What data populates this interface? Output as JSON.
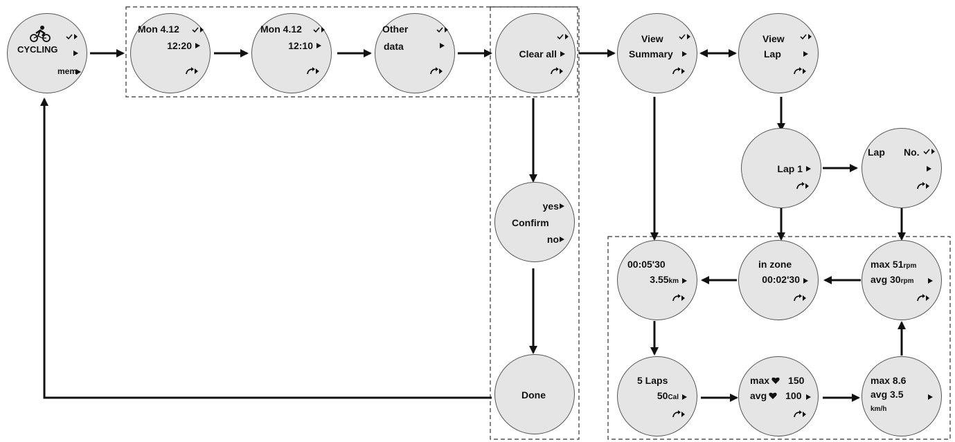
{
  "screens": {
    "cycling": {
      "label": "CYCLING",
      "mem": "mem"
    },
    "entry1": {
      "line1": "Mon  4.12",
      "line2": "12:20"
    },
    "entry2": {
      "line1": "Mon  4.12",
      "line2": "12:10"
    },
    "other": {
      "line1": "Other",
      "line2": "data"
    },
    "clear": {
      "label": "Clear all"
    },
    "summary": {
      "line1": "View",
      "line2": "Summary"
    },
    "lap": {
      "line1": "View",
      "line2": "Lap"
    },
    "lap1": {
      "label": "Lap 1"
    },
    "lapno": {
      "part1": "Lap",
      "part2": "No."
    },
    "confirm": {
      "label": "Confirm",
      "yes": "yes",
      "no": "no"
    },
    "done": {
      "label": "Done"
    },
    "time": {
      "line1": "00:05'30",
      "value": "3.55",
      "unit": "km"
    },
    "zone": {
      "line1": "in zone",
      "line2": "00:02'30"
    },
    "cadence": {
      "max_label": "max",
      "max_value": "51",
      "avg_label": "avg",
      "avg_value": "30",
      "unit": "rpm"
    },
    "laps": {
      "line1": "5 Laps",
      "value": "50",
      "unit": "Cal"
    },
    "heart": {
      "max_label": "max",
      "max_value": "150",
      "avg_label": "avg",
      "avg_value": "100"
    },
    "speed": {
      "max_label": "max",
      "max_value": "8.6",
      "avg_label": "avg",
      "avg_value": "3.5",
      "unit": "km/h"
    }
  },
  "icons": {
    "ok": "check-arrow-icon",
    "next": "right-arrow-icon",
    "back": "back-arrow-icon",
    "heart": "heart-icon",
    "cyclist": "cyclist-icon"
  }
}
